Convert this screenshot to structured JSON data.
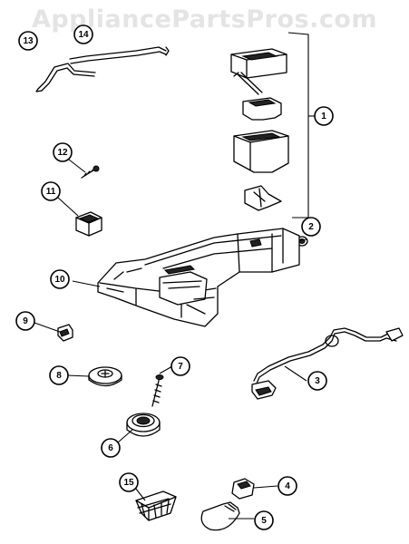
{
  "watermark": {
    "text": "AppliancePartsPros.com"
  },
  "callouts": [
    {
      "label": "1",
      "name": "callout-1"
    },
    {
      "label": "2",
      "name": "callout-2"
    },
    {
      "label": "3",
      "name": "callout-3"
    },
    {
      "label": "4",
      "name": "callout-4"
    },
    {
      "label": "5",
      "name": "callout-5"
    },
    {
      "label": "6",
      "name": "callout-6"
    },
    {
      "label": "7",
      "name": "callout-7"
    },
    {
      "label": "8",
      "name": "callout-8"
    },
    {
      "label": "9",
      "name": "callout-9"
    },
    {
      "label": "10",
      "name": "callout-10"
    },
    {
      "label": "11",
      "name": "callout-11"
    },
    {
      "label": "12",
      "name": "callout-12"
    },
    {
      "label": "13",
      "name": "callout-13"
    },
    {
      "label": "14",
      "name": "callout-14"
    },
    {
      "label": "15",
      "name": "callout-15"
    }
  ]
}
